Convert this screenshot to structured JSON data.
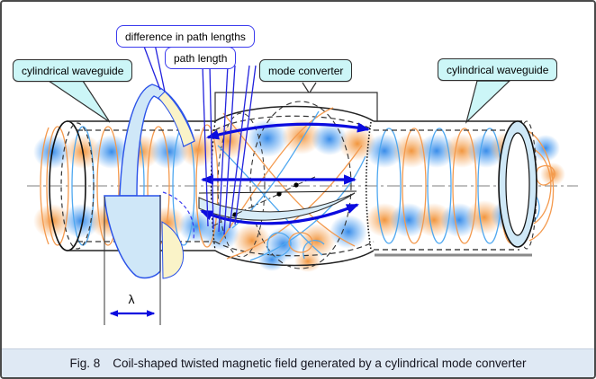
{
  "figure": {
    "callouts": {
      "difference_in_path_lengths": "difference in path lengths",
      "path_length": "path length",
      "cylindrical_waveguide_left": "cylindrical waveguide",
      "mode_converter": "mode converter",
      "cylindrical_waveguide_right": "cylindrical waveguide"
    },
    "annotations": {
      "wavelength_symbol": "λ"
    },
    "caption": {
      "figure_number": "Fig. 8",
      "text": "Coil-shaped twisted magnetic field generated by a cylindrical mode converter"
    },
    "colors": {
      "callout_cyan_fill": "#ccf6f7",
      "callout_blue_border": "#3b3bee",
      "arrow_blue": "#0b0bdf",
      "coil_orange": "#f49a4e",
      "coil_blue": "#4fa8f0",
      "ribbon_front_fill": "#cfe7f8",
      "ribbon_back_fill": "#faf3c8",
      "caption_bar_bg": "#dfe9f4"
    }
  }
}
